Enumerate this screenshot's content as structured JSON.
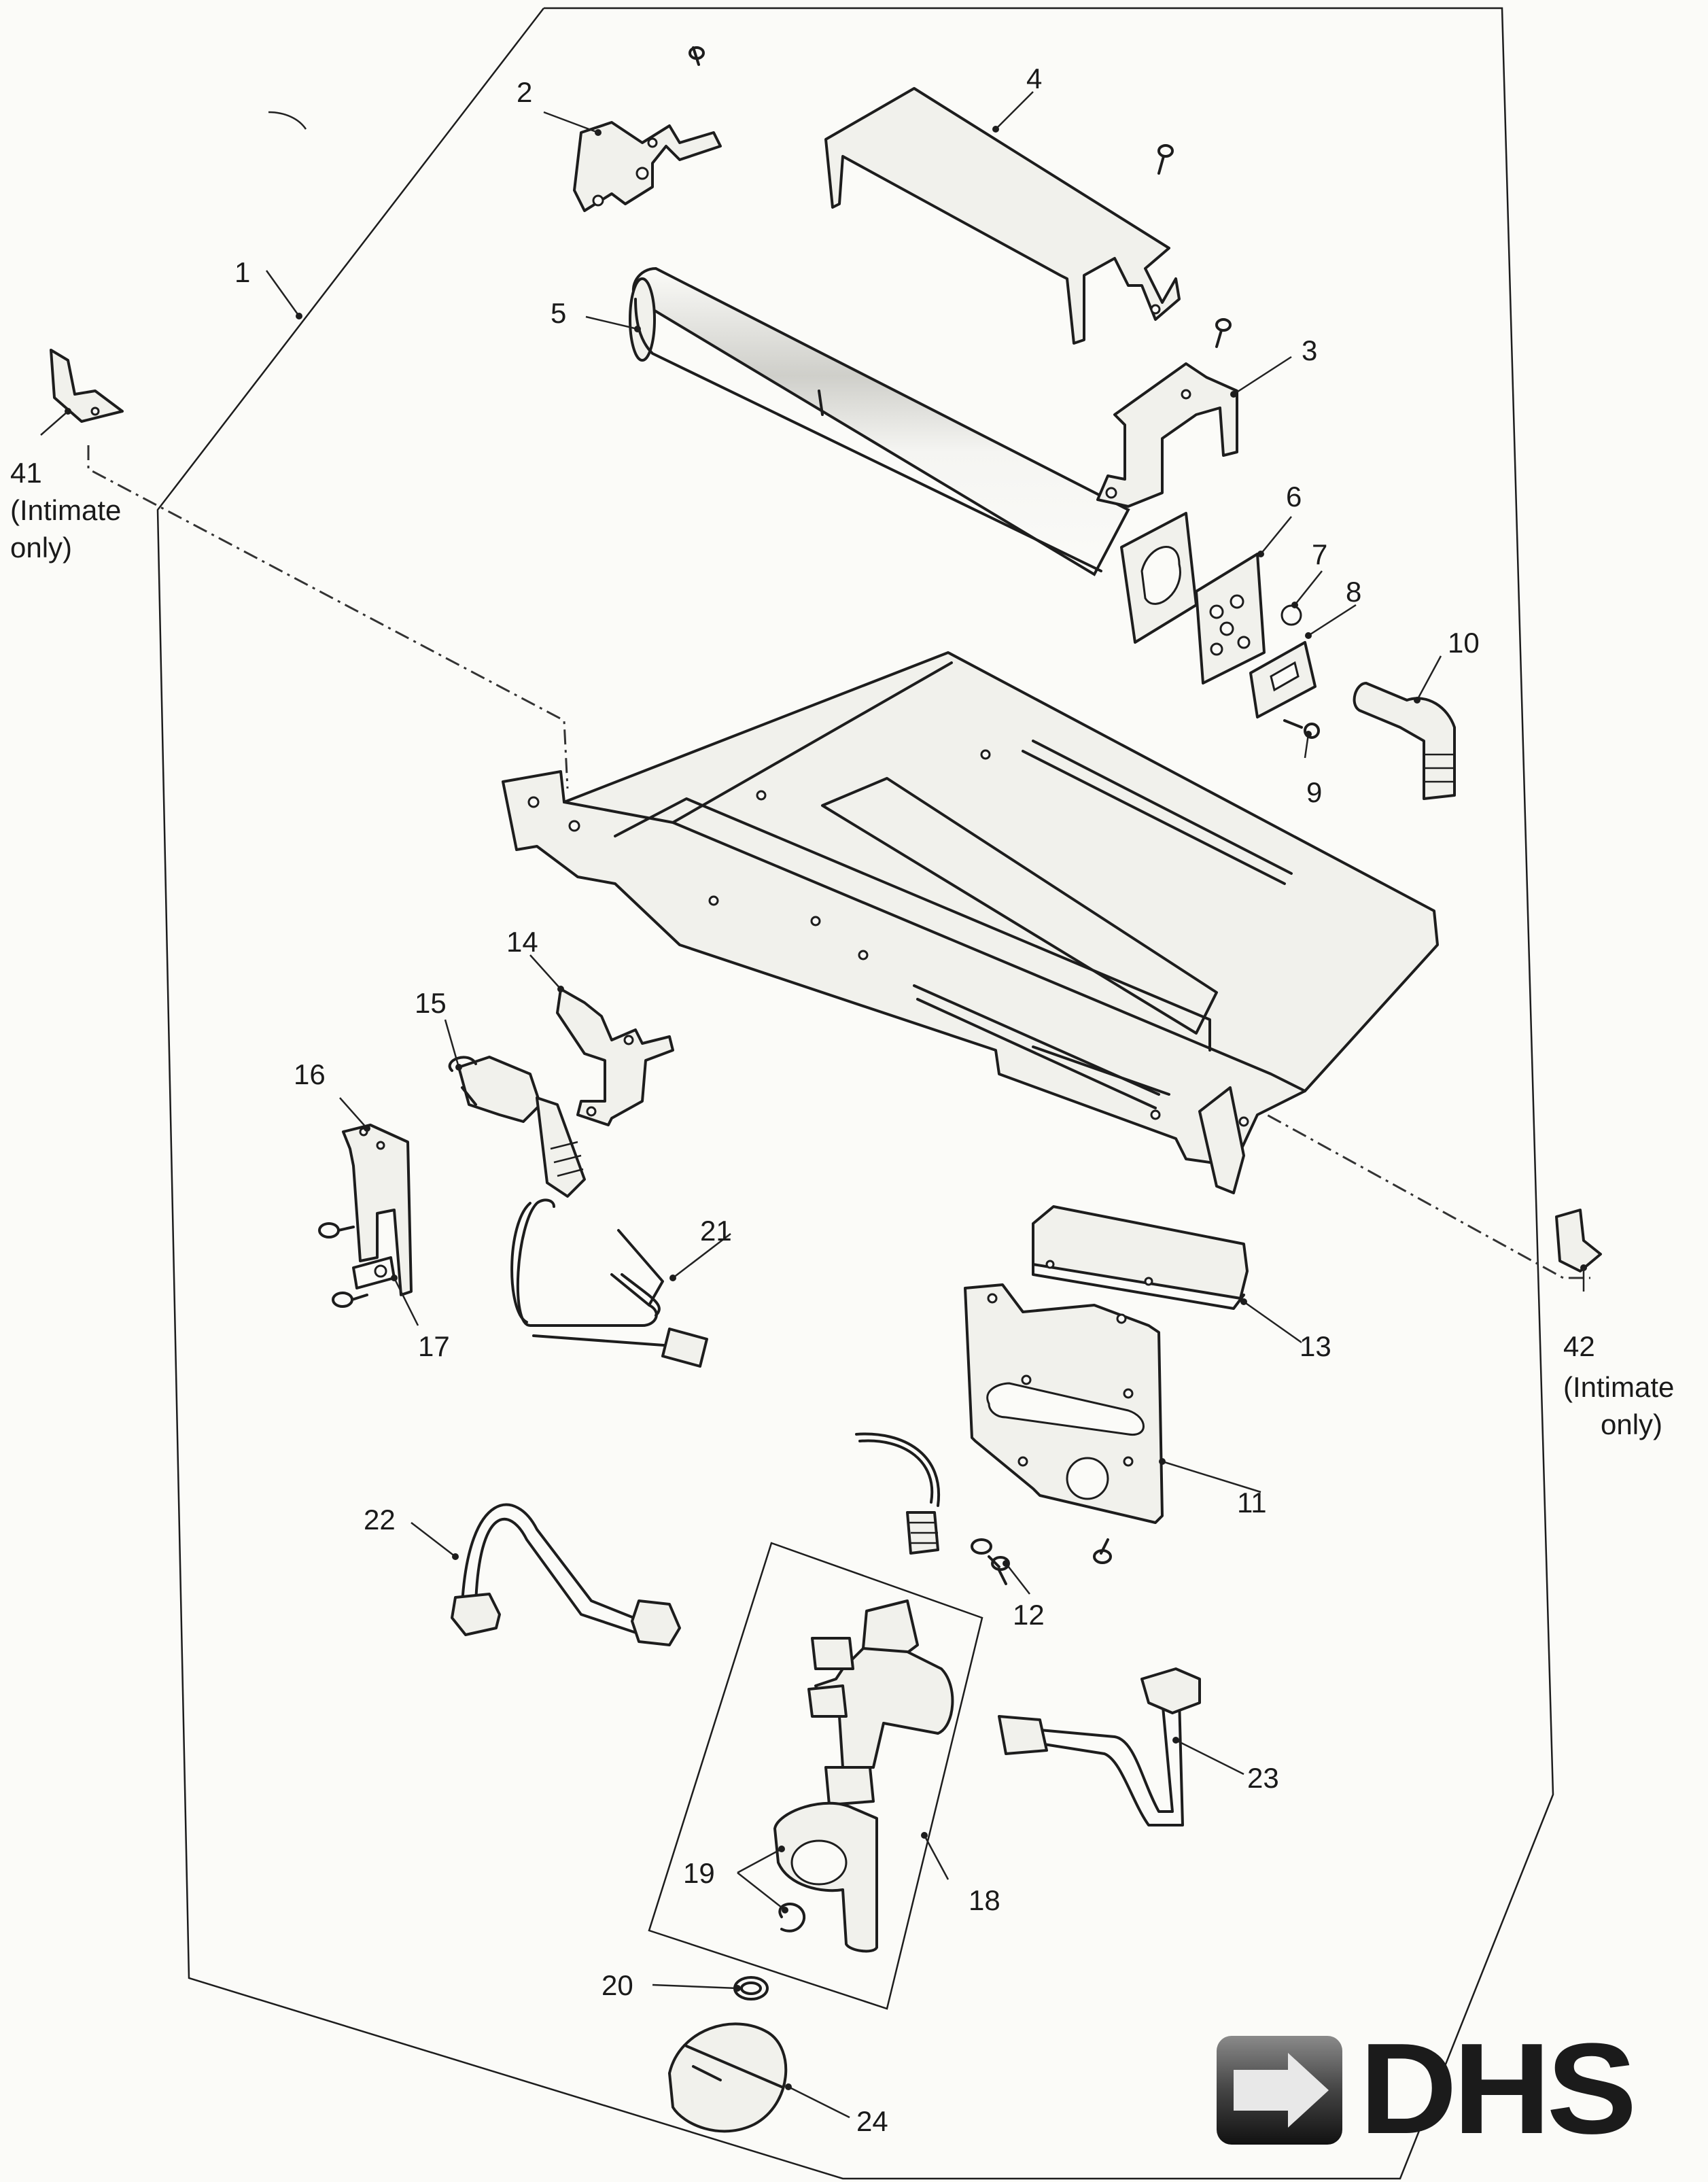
{
  "callouts": [
    {
      "id": "c1",
      "text": "1"
    },
    {
      "id": "c2",
      "text": "2"
    },
    {
      "id": "c3",
      "text": "3"
    },
    {
      "id": "c4",
      "text": "4"
    },
    {
      "id": "c5",
      "text": "5"
    },
    {
      "id": "c6",
      "text": "6"
    },
    {
      "id": "c7",
      "text": "7"
    },
    {
      "id": "c8",
      "text": "8"
    },
    {
      "id": "c9",
      "text": "9"
    },
    {
      "id": "c10",
      "text": "10"
    },
    {
      "id": "c11",
      "text": "11"
    },
    {
      "id": "c12",
      "text": "12"
    },
    {
      "id": "c13",
      "text": "13"
    },
    {
      "id": "c14",
      "text": "14"
    },
    {
      "id": "c15",
      "text": "15"
    },
    {
      "id": "c16",
      "text": "16"
    },
    {
      "id": "c17",
      "text": "17"
    },
    {
      "id": "c18",
      "text": "18"
    },
    {
      "id": "c19",
      "text": "19"
    },
    {
      "id": "c20",
      "text": "20"
    },
    {
      "id": "c21",
      "text": "21"
    },
    {
      "id": "c22",
      "text": "22"
    },
    {
      "id": "c23",
      "text": "23"
    },
    {
      "id": "c24",
      "text": "24"
    },
    {
      "id": "c41",
      "text": "41"
    },
    {
      "id": "c42",
      "text": "42"
    }
  ],
  "notes": {
    "n41": [
      "(Intimate",
      "only)"
    ],
    "n42": [
      "(Intimate",
      "only)"
    ]
  },
  "logo": {
    "text": "DHS",
    "icon": "arrow-right-icon",
    "color": "#1b1b1b"
  }
}
